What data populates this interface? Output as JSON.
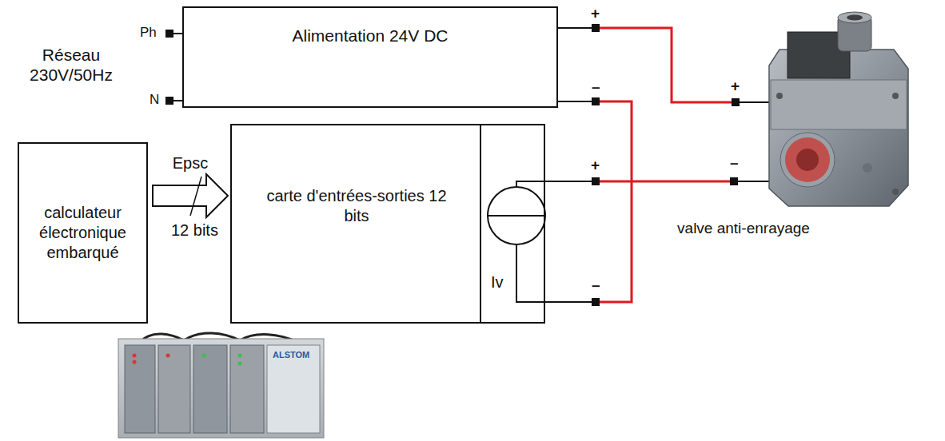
{
  "diagram": {
    "nodes": [
      {
        "text": [
          "Alimentation 24V DC"
        ]
      },
      {
        "text": [
          "calculateur électronique embarqué"
        ]
      },
      {
        "text": [
          "carte d'entrées-sorties 12 bits"
        ]
      },
      {
        "text": [
          "Iv"
        ],
        "in": 2
      },
      {
        "text": [
          "valve anti-enrayage"
        ]
      }
    ],
    "edges": [
      {
        "from": 1,
        "to": 2,
        "arrow": "to",
        "label": "Epsc"
      },
      {
        "from": 0,
        "to": 4,
        "arrow": "none"
      },
      {
        "from": 0,
        "to": 3,
        "arrow": "none"
      },
      {
        "from": 3,
        "to": 4,
        "arrow": "none"
      }
    ],
    "labels": [
      "Réseau 230V/50Hz",
      "Ph",
      "N",
      "+",
      "–",
      "+",
      "–",
      "+",
      "–",
      "12 bits",
      "ALSTOM"
    ]
  }
}
